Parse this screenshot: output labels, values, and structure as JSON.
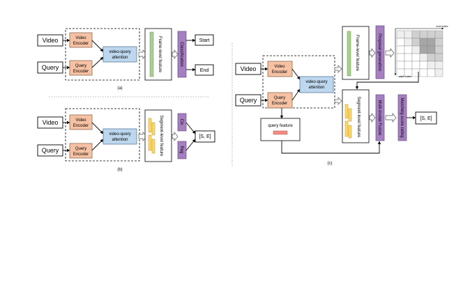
{
  "panels": {
    "a": {
      "caption": "(a)",
      "video": "Video",
      "query": "Query",
      "video_encoder": [
        "Video",
        "Encoder"
      ],
      "query_encoder": [
        "Query",
        "Encoder"
      ],
      "attention": [
        "video-query",
        "attention"
      ],
      "feature": "Frame-level feature",
      "head": "Classification",
      "out_start": "Start",
      "out_end": "End"
    },
    "b": {
      "caption": "(b)",
      "video": "Video",
      "query": "Query",
      "video_encoder": [
        "Video",
        "Encoder"
      ],
      "query_encoder": [
        "Query",
        "Encoder"
      ],
      "attention": [
        "video-query",
        "attention"
      ],
      "feature": "Segment-level feature",
      "head_cls": "Cls",
      "head_reg": "Reg",
      "output": "[S, E]"
    },
    "c": {
      "caption": "(c)",
      "video": "Video",
      "query": "Query",
      "video_encoder": [
        "Video",
        "Encoder"
      ],
      "query_encoder": [
        "Query",
        "Encoder"
      ],
      "attention": [
        "video-query",
        "attention"
      ],
      "frame_feature": "Frame-level feature",
      "proposal": "Proposal generation",
      "segment_feature": "Segment-level feature",
      "fusion": "Multi-modal Fusion",
      "matching": "Matching score rating",
      "query_feature": "query feature",
      "output": "[S, E]",
      "end_index": "end index",
      "start_index": "start index"
    }
  },
  "colors": {
    "encoder": "#f6c2a3",
    "attention": "#bdd7ee",
    "frame_bar": "#a9d18e",
    "segment_bar": "#ffd966",
    "head": "#a57fc0",
    "query_bar": "#f28b82",
    "grid_dark": "#a6a6a6",
    "grid_mid": "#d0d0d0",
    "grid_light": "#efefef"
  }
}
